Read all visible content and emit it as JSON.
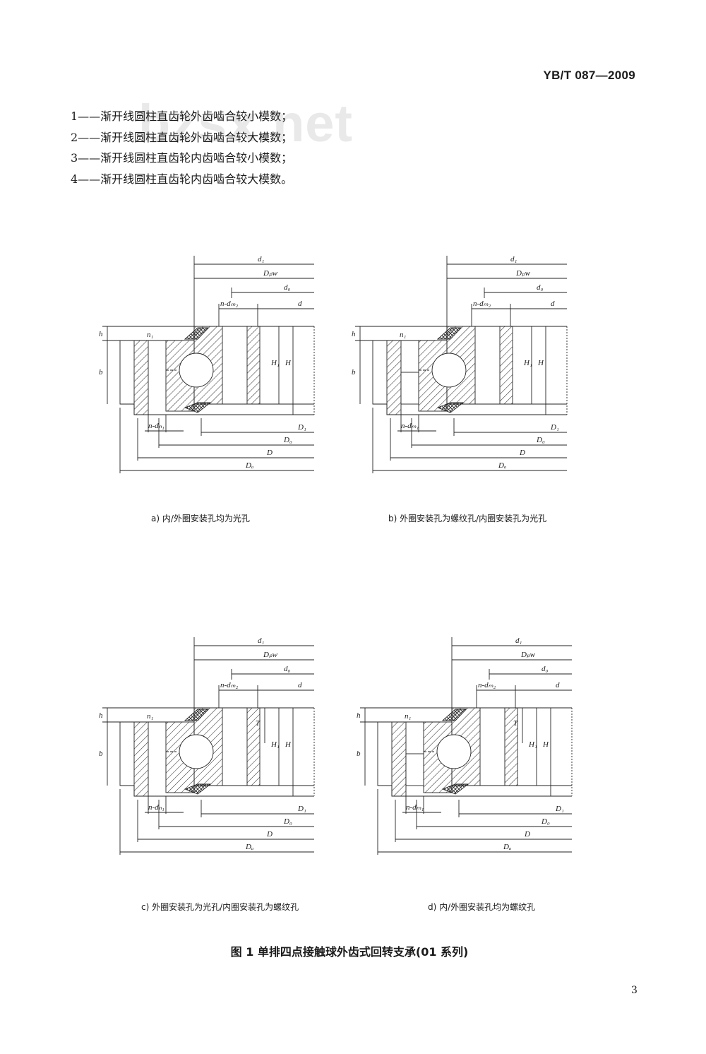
{
  "header": {
    "standard_code": "YB/T 087—2009"
  },
  "watermark": "bzsx.net",
  "notes": [
    "1——渐开线圆柱直齿轮外齿啮合较小模数；",
    "2——渐开线圆柱直齿轮外齿啮合较大模数；",
    "3——渐开线圆柱直齿轮内齿啮合较小模数；",
    "4——渐开线圆柱直齿轮内齿啮合较大模数。"
  ],
  "dims": {
    "d1": "d₁",
    "Dpw": "Dₚw",
    "d0": "d₀",
    "ndm2": "n-dₘ₂",
    "d": "d",
    "h": "h",
    "n1": "n₁",
    "b": "b",
    "H1": "H₁",
    "H": "H",
    "T": "T",
    "ndn1": "n-dₙ₁",
    "ndm1": "n-dₘ₁",
    "D1": "D₁",
    "D0": "D₀",
    "D": "D",
    "Da": "Dₐ"
  },
  "figures": [
    {
      "label": "a) 内/外圈安装孔均为光孔"
    },
    {
      "label": "b) 外圈安装孔为螺纹孔/内圈安装孔为光孔"
    },
    {
      "label": "c) 外圈安装孔为光孔/内圈安装孔为螺纹孔"
    },
    {
      "label": "d) 内/外圈安装孔均为螺纹孔"
    }
  ],
  "caption": "图 1   单排四点接触球外齿式回转支承(01 系列)",
  "page_number": "3"
}
